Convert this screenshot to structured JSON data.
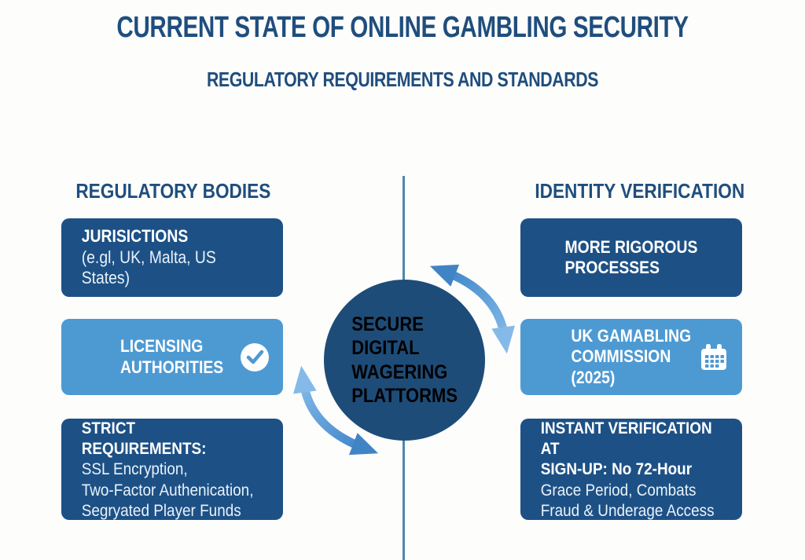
{
  "header": {
    "title": "CURRENT STATE OF ONLINE GAMBLING SECURITY",
    "subtitle": "REGULATORY REQUIREMENTS AND STANDARDS"
  },
  "left_column": {
    "header": "REGULATORY BODIES",
    "box1": {
      "line1": "JURISICTIONS",
      "line2": "(e.gl, UK, Malta, US States)"
    },
    "box2": {
      "line1": "LICENSING",
      "line2": "AUTHORITIES",
      "icon": "check-circle-icon"
    },
    "box3": {
      "line1": "STRICT REQUIREMENTS:",
      "line2": "SSL Encryption,",
      "line3": "Two-Factor Authenication,",
      "line4": "Segryated Player Funds"
    }
  },
  "right_column": {
    "header": "IDENTITY VERIFICATION",
    "box1": {
      "line1": "MORE RIGOROUS",
      "line2": "PROCESSES"
    },
    "box2": {
      "line1": "UK GAMABLING",
      "line2": "COMMISSION",
      "line3": "(2025)",
      "icon": "calendar-icon"
    },
    "box3": {
      "line1": "INSTANT VERIFICATION AT",
      "line2": "SIGN-UP: No 72-Hour",
      "line3": "Grace Period, Combats",
      "line4": "Fraud & Underage Access"
    }
  },
  "center": {
    "circle": {
      "line1": "SECURE",
      "line2": "DIGITAL",
      "line3": "WAGERING",
      "line4": "PLATTORMS"
    }
  },
  "colors": {
    "heading_text": "#1f4e7d",
    "dark_box": "#1d5186",
    "light_box": "#4d9ad3",
    "circle": "#1e4c78",
    "divider": "#4d86ad",
    "arrow_medium": "#4184c6",
    "arrow_light": "#85bae8",
    "box_text": "#ffffff"
  }
}
